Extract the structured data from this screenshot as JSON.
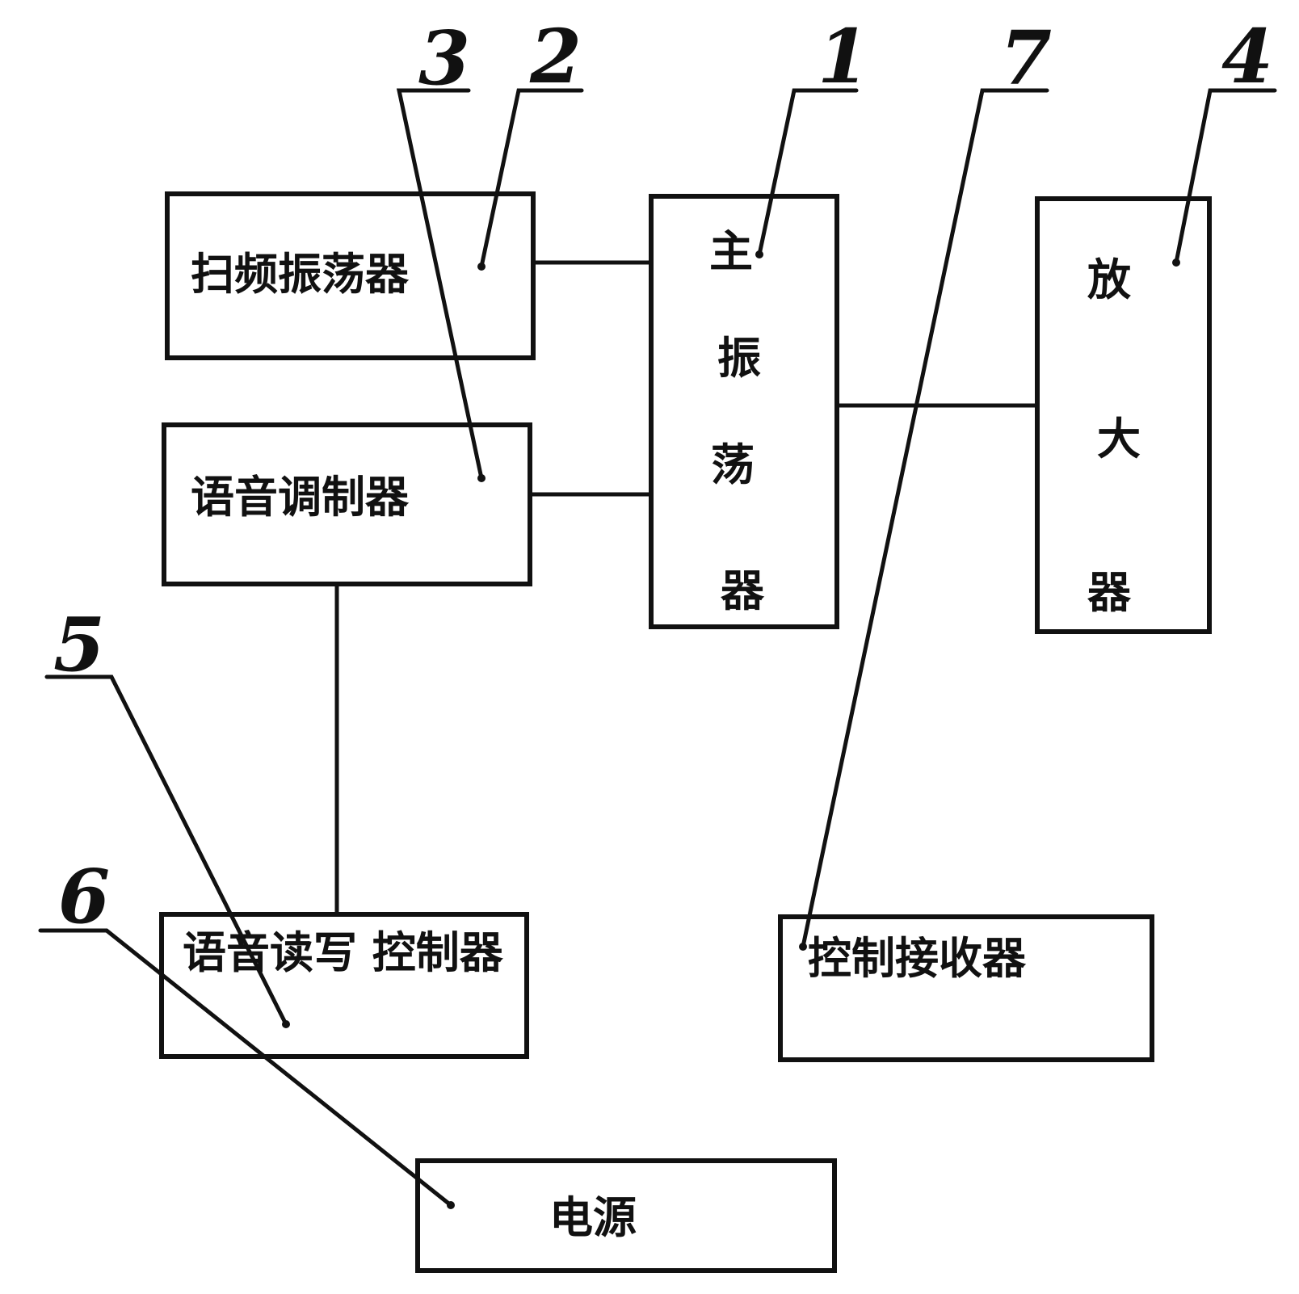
{
  "blocks": {
    "sweep_oscillator": "扫频振荡器",
    "voice_modulator": "语音调制器",
    "main_oscillator": [
      "主",
      "振",
      "荡",
      "器"
    ],
    "amplifier": [
      "放",
      "大",
      "器"
    ],
    "voice_rw_controller": "语音读写 控制器",
    "control_receiver": "控制接收器",
    "power_supply": "电源"
  },
  "callouts": [
    "1",
    "2",
    "3",
    "4",
    "5",
    "6",
    "7"
  ]
}
